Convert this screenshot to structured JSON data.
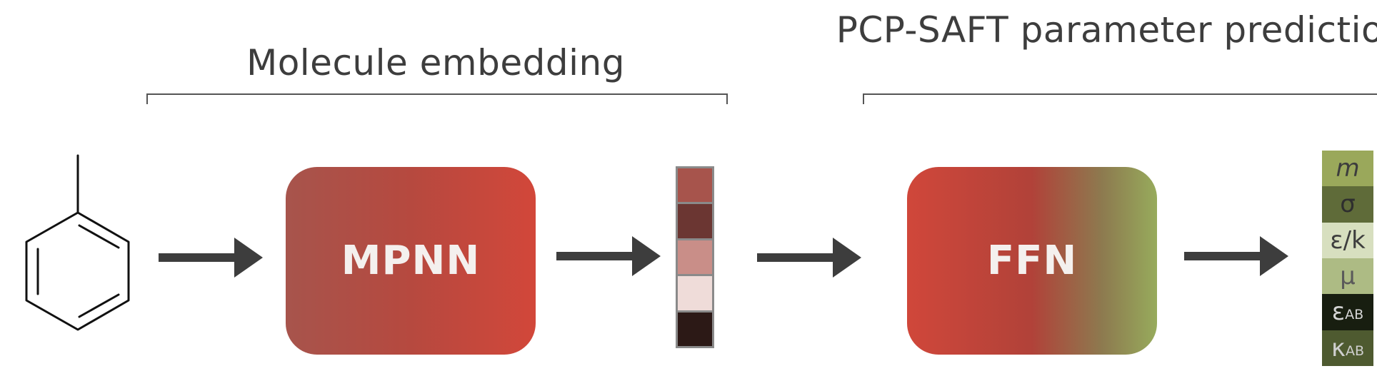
{
  "titles": {
    "embedding": "Molecule embedding",
    "pcp": "PCP-SAFT parameter prediction"
  },
  "boxes": {
    "mpnn": "MPNN",
    "ffn": "FFN"
  },
  "embedding_colors": [
    "#a7544c",
    "#6b3632",
    "#c98e88",
    "#efdcd9",
    "#2c1916"
  ],
  "parameters": [
    {
      "symbol": "m",
      "sub": "",
      "bg": "#9aa85b",
      "fg": "#3d3d3d",
      "italic": true
    },
    {
      "symbol": "σ",
      "sub": "",
      "bg": "#5f6b39",
      "fg": "#2e2e2e",
      "italic": false
    },
    {
      "symbol": "ε/k",
      "sub": "",
      "bg": "#d7dfbf",
      "fg": "#3d3d3d",
      "italic": false
    },
    {
      "symbol": "μ",
      "sub": "",
      "bg": "#adbb84",
      "fg": "#5a5a5a",
      "italic": false
    },
    {
      "symbol": "ε",
      "sub": "AB",
      "bg": "#181e10",
      "fg": "#d5d5d5",
      "italic": false
    },
    {
      "symbol": "κ",
      "sub": "AB",
      "bg": "#4e5a30",
      "fg": "#cfcfcf",
      "italic": false
    }
  ],
  "colors": {
    "arrow": "#3d3d3d",
    "molecule": "#111111"
  },
  "icons": {
    "molecule": "toluene-structure-icon",
    "arrow": "right-arrow-icon"
  }
}
